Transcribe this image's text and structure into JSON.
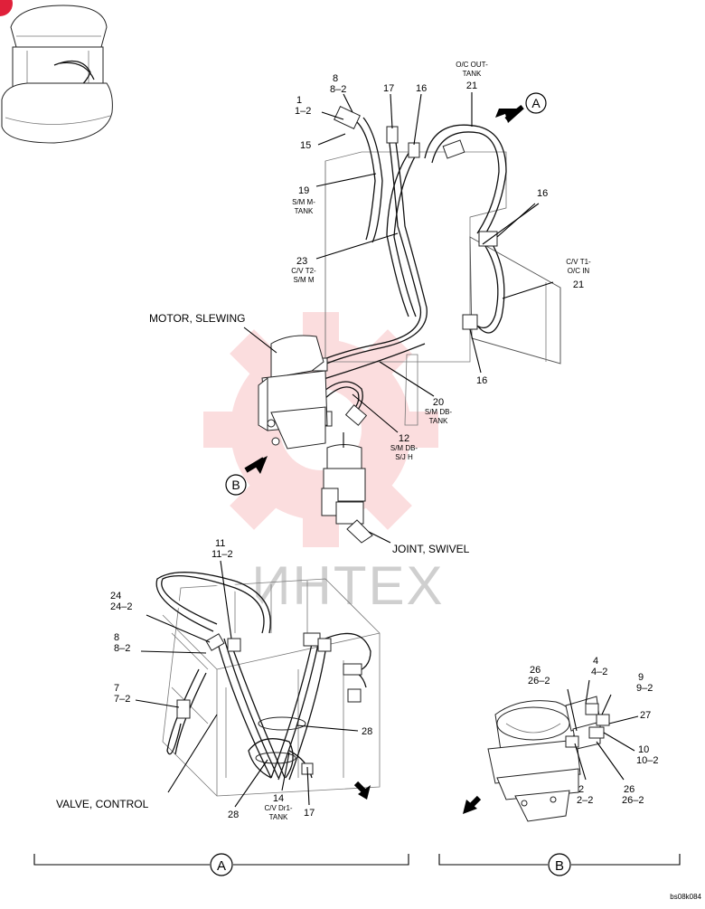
{
  "watermark": {
    "text": "ИНТЕХ",
    "color": "#e8303a"
  },
  "view_a_labels": {
    "l_8": "8",
    "l_8_2": "8–2",
    "l_1": "1",
    "l_1_2": "1–2",
    "l_15": "15",
    "l_17": "17",
    "l_16a": "16",
    "oc_out_1": "O/C OUT-",
    "oc_out_2": "TANK",
    "l_21a": "21",
    "l_16b": "16",
    "l_19": "19",
    "sm_m_1": "S/M M-",
    "sm_m_2": "TANK",
    "l_23": "23",
    "cv_t2_1": "C/V T2-",
    "cv_t2_2": "S/M M",
    "cv_t1_1": "C/V T1-",
    "cv_t1_2": "O/C IN",
    "l_21b": "21",
    "motor": "MOTOR, SLEWING",
    "l_16c": "16",
    "l_20": "20",
    "sm_db_1": "S/M DB-",
    "sm_db_2": "TANK",
    "l_12": "12",
    "sm_db_j_1": "S/M DB-",
    "sm_db_j_2": "S/J H",
    "swivel": "JOINT, SWIVEL"
  },
  "view_b_markers": {
    "A": "A",
    "B": "B"
  },
  "control_valve_labels": {
    "l_11": "11",
    "l_11_2": "11–2",
    "l_24": "24",
    "l_24_2": "24–2",
    "l_8": "8",
    "l_8_2": "8–2",
    "l_7": "7",
    "l_7_2": "7–2",
    "l_28a": "28",
    "valve": "VALVE, CONTROL",
    "l_28b": "28",
    "l_14": "14",
    "cv_dr1_1": "C/V Dr1-",
    "cv_dr1_2": "TANK",
    "l_17": "17"
  },
  "motor_b_labels": {
    "l_4": "4",
    "l_4_2": "4–2",
    "l_26a": "26",
    "l_26a_2": "26–2",
    "l_9": "9",
    "l_9_2": "9–2",
    "l_27": "27",
    "l_10": "10",
    "l_10_2": "10–2",
    "l_2": "2",
    "l_2_2": "2–2",
    "l_26b": "26",
    "l_26b_2": "26–2"
  },
  "section_markers": {
    "A": "A",
    "B": "B"
  },
  "figure_code": "bs08k084"
}
